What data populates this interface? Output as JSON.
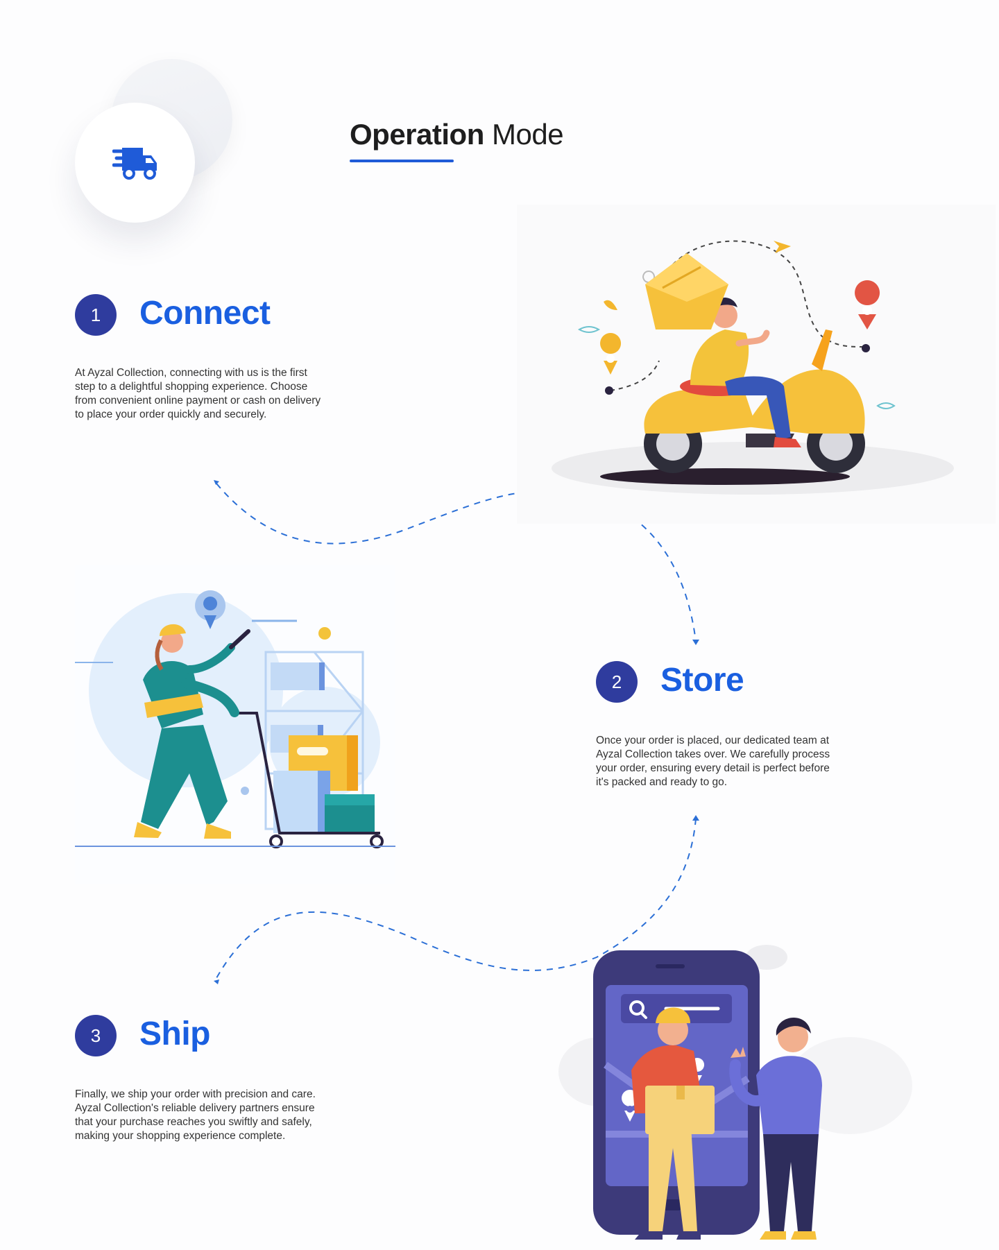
{
  "heading": {
    "strong": "Operation",
    "light": "Mode"
  },
  "icons": {
    "hero": "delivery-truck-icon",
    "accent": "#1f5bd8"
  },
  "steps": [
    {
      "number": "1",
      "title": "Connect",
      "text": "At Ayzal Collection, connecting with us is the first step to a delightful shopping experience. Choose from convenient online payment or cash on delivery to place your order quickly and securely.",
      "illustration": "scooter-delivery-illustration"
    },
    {
      "number": "2",
      "title": "Store",
      "text": "Once your order is placed, our dedicated team at Ayzal Collection takes over. We carefully process your order, ensuring every detail is perfect before it's packed and ready to go.",
      "illustration": "warehouse-worker-illustration"
    },
    {
      "number": "3",
      "title": "Ship",
      "text": "Finally, we ship your order with precision and care. Ayzal Collection's reliable delivery partners ensure that your purchase reaches you swiftly and safely, making your shopping experience complete.",
      "illustration": "package-handover-illustration"
    }
  ],
  "colors": {
    "title_blue": "#1a5fe0",
    "badge_navy": "#2f3c9e",
    "dashes": "#2b6fd6"
  }
}
